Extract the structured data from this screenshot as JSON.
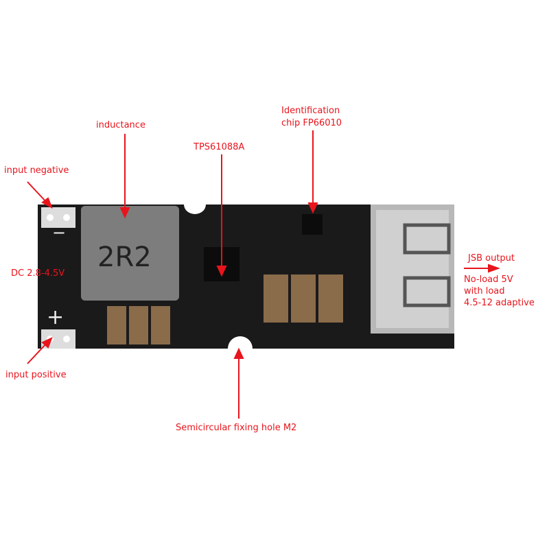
{
  "labels": {
    "inductance": "inductance",
    "ic": "TPS61088A",
    "id_chip_1": "Identification",
    "id_chip_2": "chip FP66010",
    "input_negative": "input negative",
    "dc_range": "DC 2.8-4.5V",
    "input_positive": "input positive",
    "usb_output": "JSB output",
    "no_load": "No-load 5V",
    "with_load": "with load",
    "adaptive": "4.5-12 adaptive",
    "fixing_hole": "Semicircular fixing hole M2"
  },
  "board": {
    "inductor_marking": "2R2",
    "minus_sign": "−",
    "plus_sign": "+"
  },
  "colors": {
    "annotation": "#e8141c",
    "pcb": "#1b1a1a"
  }
}
